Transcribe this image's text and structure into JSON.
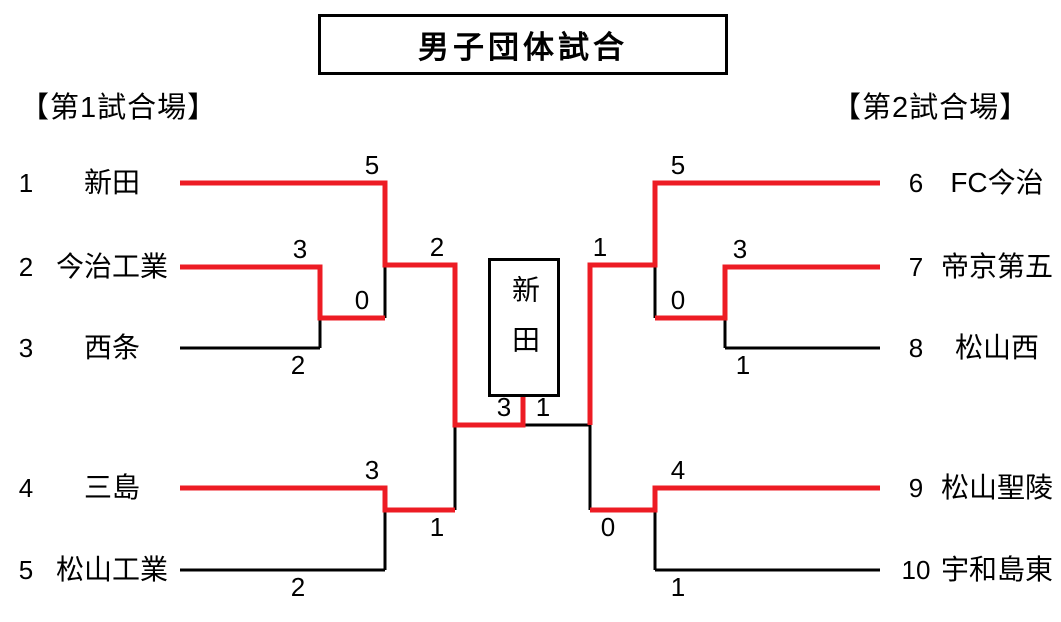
{
  "title": "男子団体試合",
  "venues": {
    "left": "【第1試合場】",
    "right": "【第2試合場】"
  },
  "colors": {
    "winner_path": "#ed1c24",
    "line": "#000000",
    "background": "#ffffff",
    "text": "#000000"
  },
  "teams_left": [
    {
      "seed": "1",
      "name": "新田"
    },
    {
      "seed": "2",
      "name": "今治工業"
    },
    {
      "seed": "3",
      "name": "西条"
    },
    {
      "seed": "4",
      "name": "三島"
    },
    {
      "seed": "5",
      "name": "松山工業"
    }
  ],
  "teams_right": [
    {
      "seed": "6",
      "name": "FC今治"
    },
    {
      "seed": "7",
      "name": "帝京第五"
    },
    {
      "seed": "8",
      "name": "松山西"
    },
    {
      "seed": "9",
      "name": "松山聖陵"
    },
    {
      "seed": "10",
      "name": "宇和島東"
    }
  ],
  "champion": {
    "name": "新田",
    "final_score_left": "3",
    "final_score_right": "1"
  },
  "scores": [
    {
      "value": "5",
      "team": "新田",
      "match": "left-semifinal"
    },
    {
      "value": "3",
      "team": "今治工業",
      "match": "left-first-round"
    },
    {
      "value": "2",
      "team": "西条",
      "match": "left-first-round"
    },
    {
      "value": "0",
      "team": "今治工業",
      "match": "left-semifinal"
    },
    {
      "value": "2",
      "team": "新田",
      "match": "left-bracket-final"
    },
    {
      "value": "3",
      "team": "三島",
      "match": "left-first-round-bottom"
    },
    {
      "value": "2",
      "team": "松山工業",
      "match": "left-first-round-bottom"
    },
    {
      "value": "1",
      "team": "三島",
      "match": "left-bracket-final"
    },
    {
      "value": "5",
      "team": "FC今治",
      "match": "right-semifinal"
    },
    {
      "value": "1",
      "team": "FC今治",
      "match": "right-bracket-final"
    },
    {
      "value": "3",
      "team": "帝京第五",
      "match": "right-first-round"
    },
    {
      "value": "0",
      "team": "帝京第五",
      "match": "right-semifinal"
    },
    {
      "value": "1",
      "team": "松山西",
      "match": "right-first-round"
    },
    {
      "value": "4",
      "team": "松山聖陵",
      "match": "right-first-round-bottom"
    },
    {
      "value": "0",
      "team": "松山聖陵",
      "match": "right-bracket-final"
    },
    {
      "value": "1",
      "team": "宇和島東",
      "match": "right-first-round-bottom"
    }
  ]
}
